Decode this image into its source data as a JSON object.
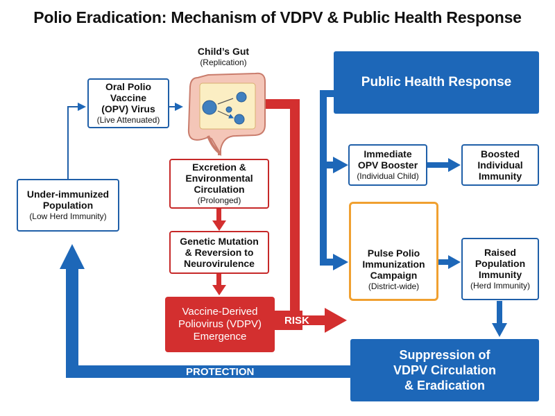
{
  "title": "Polio Eradication: Mechanism of VDPV & Public Health Response",
  "gut": {
    "title": "Child’s Gut",
    "subtitle": "(Replication)"
  },
  "opv": {
    "line1": "Oral Polio",
    "line2": "Vaccine",
    "line3": "(OPV) Virus",
    "sub": "(Live Attenuated)"
  },
  "underimmunized": {
    "line1": "Under-immunized",
    "line2": "Population",
    "sub": "(Low Herd Immunity)"
  },
  "excretion": {
    "line1": "Excretion &",
    "line2": "Environmental",
    "line3": "Circulation",
    "sub": "(Prolonged)"
  },
  "mutation": {
    "line1": "Genetic Mutation",
    "line2": "& Reversion to",
    "line3": "Neurovirulence"
  },
  "vdpv": {
    "line1": "Vaccine-Derived",
    "line2": "Poliovirus (VDPV)",
    "line3": "Emergence"
  },
  "risk_label": "RISK",
  "protection_label": "PROTECTION",
  "response": {
    "title": "Public Health Response"
  },
  "booster": {
    "line1": "Immediate",
    "line2": "OPV Booster",
    "sub": "(Individual Child)"
  },
  "boosted": {
    "line1": "Boosted",
    "line2": "Individual",
    "line3": "Immunity"
  },
  "pulse": {
    "line1": "Pulse Polio",
    "line2": "Immunization",
    "line3": "Campaign",
    "sub": "(District-wide)"
  },
  "raised": {
    "line1": "Raised",
    "line2": "Population",
    "line3": "Immunity",
    "sub": "(Herd Immunity)"
  },
  "suppression": {
    "line1": "Suppression of",
    "line2": "VDPV Circulation",
    "line3": "& Eradication"
  },
  "colors": {
    "blue": "#1d67b8",
    "red": "#d32f2f",
    "orange": "#f0a030"
  }
}
